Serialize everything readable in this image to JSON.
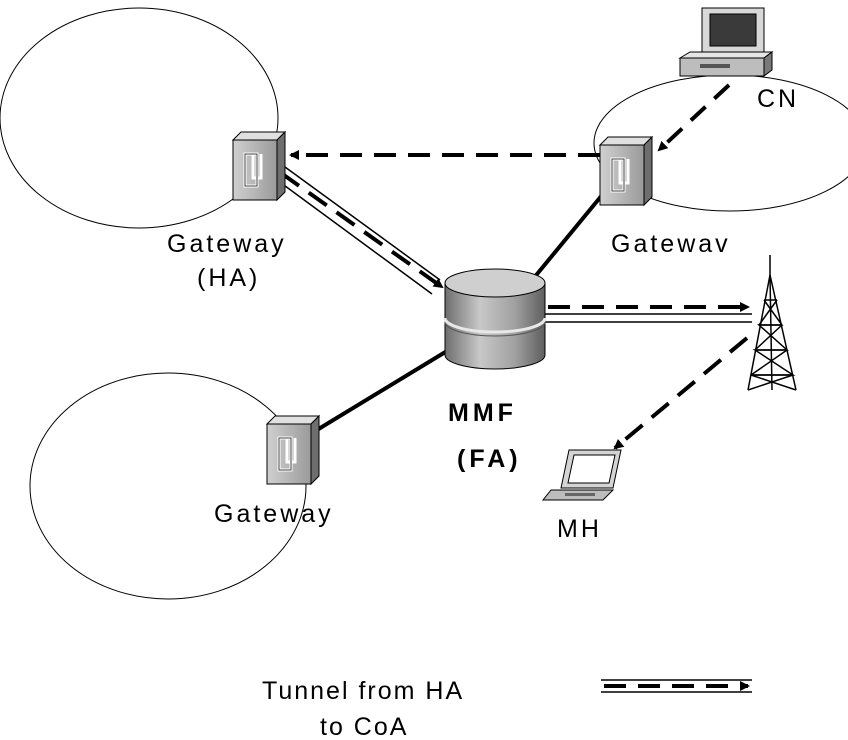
{
  "nodes": {
    "cn": "CN",
    "gateway_ha_line1": "Gateway",
    "gateway_ha_line2": "(HA)",
    "gateway_right": "Gatewav",
    "gateway_bottom": "Gateway",
    "mmf_line1": "MMF",
    "mmf_line2": "(FA)",
    "mh": "MH"
  },
  "legend": {
    "line1": "Tunnel from HA",
    "line2": "to CoA"
  },
  "icons": {
    "gateway": "firewall-gateway-icon",
    "cn": "desktop-computer-icon",
    "mmf": "database-cylinder-icon",
    "tower": "radio-tower-icon",
    "mh": "laptop-icon"
  },
  "colors": {
    "line": "#000000",
    "gateway_face": "#a8a8a8",
    "cylinder": "#9a9a9a"
  }
}
